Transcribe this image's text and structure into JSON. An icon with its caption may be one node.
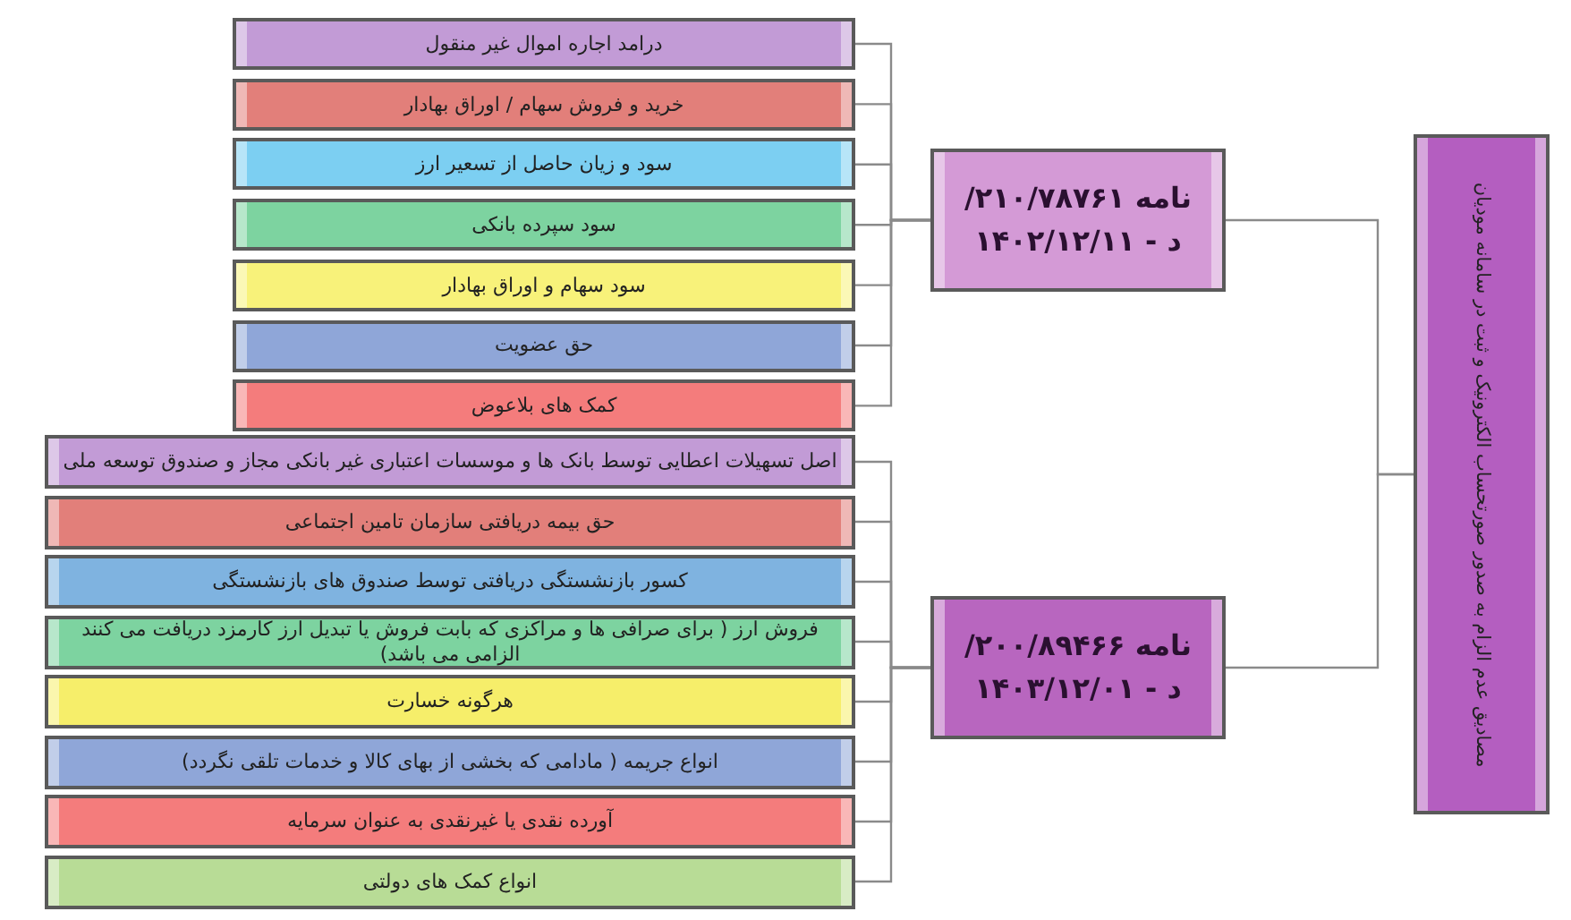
{
  "diagram": {
    "nodes": [
      {
        "text": [
          "مصادیق عدم الزام به صدور صورتحساب الکترونیک و ثبت در سامانه مودیان"
        ]
      },
      {
        "text": [
          "نامه ۲۱۰/۷۸۷۶۱/د - ۱۴۰۲/۱۲/۱۱"
        ]
      },
      {
        "text": [
          "درامد اجاره اموال غیر منقول"
        ]
      },
      {
        "text": [
          "خرید و فروش سهام / اوراق بهادار"
        ]
      },
      {
        "text": [
          "سود و زیان حاصل از تسعیر ارز"
        ]
      },
      {
        "text": [
          "سود سپرده بانکی"
        ]
      },
      {
        "text": [
          "سود سهام و اوراق بهادار"
        ]
      },
      {
        "text": [
          "حق عضویت"
        ]
      },
      {
        "text": [
          "کمک های بلاعوض"
        ]
      },
      {
        "text": [
          "نامه ۲۰۰/۸۹۴۶۶/د - ۱۴۰۳/۱۲/۰۱"
        ]
      },
      {
        "text": [
          "اصل تسهیلات اعطایی توسط بانک ها و موسسات اعتباری غیر بانکی مجاز و صندوق توسعه ملی"
        ]
      },
      {
        "text": [
          "حق بیمه دریافتی سازمان تامین اجتماعی"
        ]
      },
      {
        "text": [
          "کسور بازنشستگی دریافتی توسط صندوق های بازنشستگی"
        ]
      },
      {
        "text": [
          "فروش ارز ( برای صرافی ها و مراکزی که بابت فروش یا تبدیل ارز کارمزد دریافت می کنند الزامی می باشد)"
        ]
      },
      {
        "text": [
          "هرگونه خسارت"
        ]
      },
      {
        "text": [
          "انواع جریمه ( مادامی که بخشی از بهای کالا و خدمات تلقی نگردد)"
        ]
      },
      {
        "text": [
          "آورده نقدی یا غیرنقدی به عنوان سرمایه"
        ]
      },
      {
        "text": [
          "انواع کمک های دولتی"
        ]
      }
    ],
    "edges": [
      {
        "from": 0,
        "to": 1,
        "arrow": "none"
      },
      {
        "from": 0,
        "to": 9,
        "arrow": "none"
      },
      {
        "from": 1,
        "to": 2,
        "arrow": "none"
      },
      {
        "from": 1,
        "to": 3,
        "arrow": "none"
      },
      {
        "from": 1,
        "to": 4,
        "arrow": "none"
      },
      {
        "from": 1,
        "to": 5,
        "arrow": "none"
      },
      {
        "from": 1,
        "to": 6,
        "arrow": "none"
      },
      {
        "from": 1,
        "to": 7,
        "arrow": "none"
      },
      {
        "from": 1,
        "to": 8,
        "arrow": "none"
      },
      {
        "from": 9,
        "to": 10,
        "arrow": "none"
      },
      {
        "from": 9,
        "to": 11,
        "arrow": "none"
      },
      {
        "from": 9,
        "to": 12,
        "arrow": "none"
      },
      {
        "from": 9,
        "to": 13,
        "arrow": "none"
      },
      {
        "from": 9,
        "to": 14,
        "arrow": "none"
      },
      {
        "from": 9,
        "to": 15,
        "arrow": "none"
      },
      {
        "from": 9,
        "to": 16,
        "arrow": "none"
      },
      {
        "from": 9,
        "to": 17,
        "arrow": "none"
      }
    ]
  }
}
